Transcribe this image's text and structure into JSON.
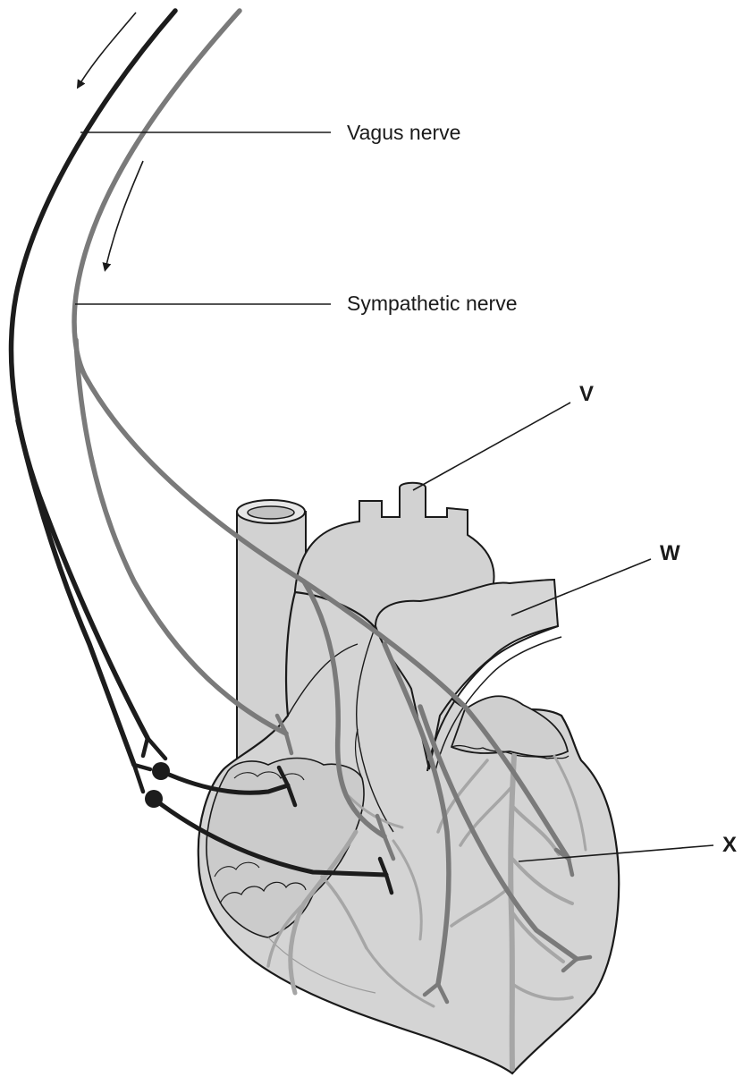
{
  "labels": {
    "vagus": "Vagus nerve",
    "sympathetic": "Sympathetic nerve",
    "v": "V",
    "w": "W",
    "x": "X"
  },
  "colors": {
    "vagus_nerve": "#1c1c1c",
    "sympathetic_nerve": "#7a7a7a",
    "heart_fill": "#d4d4d4",
    "vessel_fill": "#bdbdbd",
    "outline": "#1a1a1a"
  }
}
